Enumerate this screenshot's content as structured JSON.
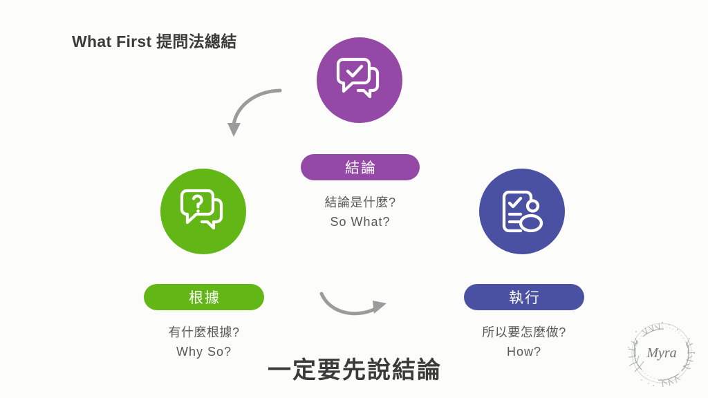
{
  "slide": {
    "title": "What First 提問法總結",
    "footer_headline": "一定要先說結論",
    "background_color": "#fcfcfa",
    "title_color": "#3b3b3b",
    "caption_color": "#595959"
  },
  "nodes": [
    {
      "key": "conclusion",
      "pill_label": "結論",
      "caption_cn": "結論是什麼?",
      "caption_en": "So What?",
      "color": "#9549a6",
      "icon": "speech-bubbles-check-icon"
    },
    {
      "key": "evidence",
      "pill_label": "根據",
      "caption_cn": "有什麼根據?",
      "caption_en": "Why So?",
      "color": "#62b716",
      "icon": "speech-bubbles-question-icon"
    },
    {
      "key": "execution",
      "pill_label": "執行",
      "caption_cn": "所以要怎麼做?",
      "caption_en": "How?",
      "color": "#4a51a3",
      "icon": "clipboard-checklist-person-icon"
    }
  ],
  "arrows": [
    {
      "key": "conclusion-to-evidence",
      "name": "curved-arrow-down-left-icon",
      "color": "#9b9b9b"
    },
    {
      "key": "evidence-to-execution",
      "name": "curved-arrow-right-icon",
      "color": "#9b9b9b"
    }
  ],
  "watermark": {
    "name": "floral-wreath-logo",
    "script_text": "Myra",
    "color": "#6f7570"
  }
}
